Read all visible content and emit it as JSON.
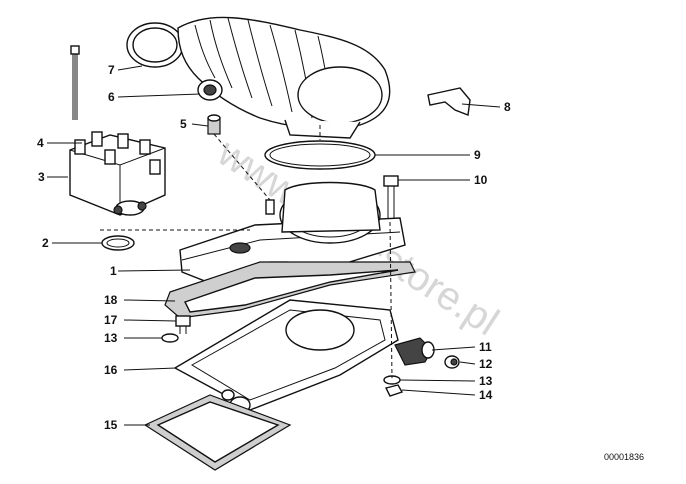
{
  "callouts": [
    "1",
    "2",
    "3",
    "4",
    "5",
    "6",
    "7",
    "8",
    "9",
    "10",
    "11",
    "12",
    "13",
    "13",
    "14",
    "15",
    "16",
    "17",
    "18"
  ],
  "reference_number": "00001836",
  "watermark": "www.bmw-store.pl"
}
